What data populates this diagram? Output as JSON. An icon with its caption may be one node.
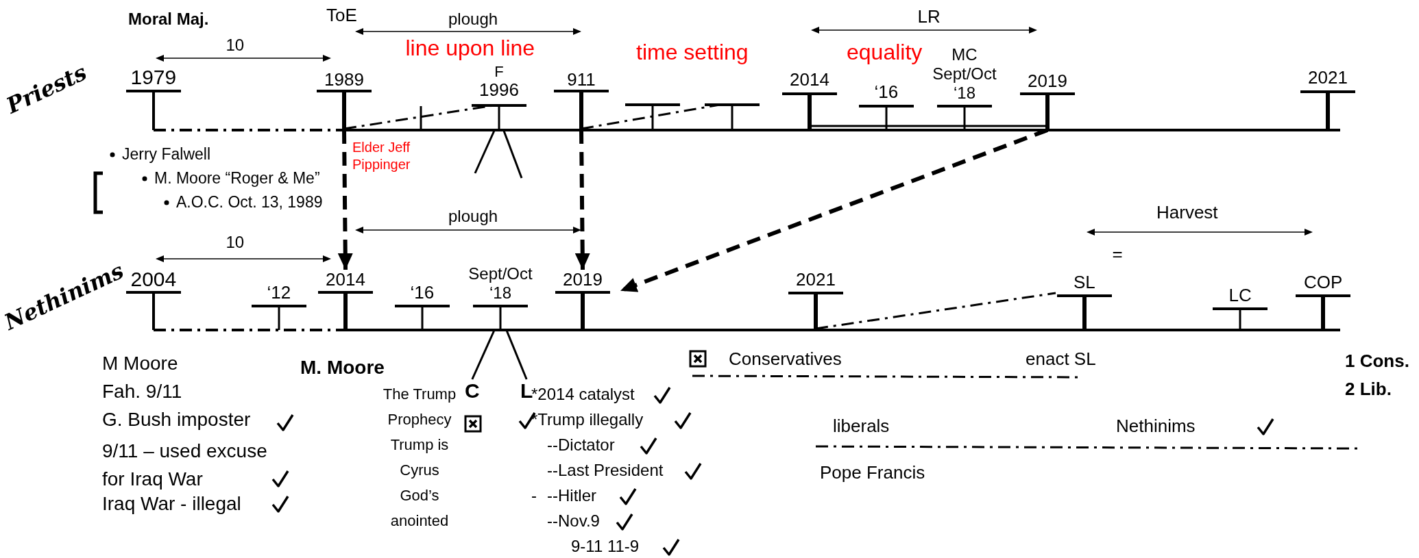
{
  "diagram": {
    "nodes": [
      {
        "text": [
          "1989"
        ]
      },
      {
        "text": [
          "911"
        ]
      },
      {
        "text": [
          "2019"
        ]
      },
      {
        "text": [
          "F",
          "1996"
        ]
      },
      {
        "text": [
          "2014"
        ]
      },
      {
        "text": [
          "2019"
        ]
      },
      {
        "text": [
          "Sept/Oct ‘18"
        ]
      },
      {
        "text": [
          "C"
        ]
      },
      {
        "text": [
          "L"
        ]
      }
    ],
    "edges": [
      {
        "from": 0,
        "to": 4,
        "arrow": "to",
        "style": "dashed"
      },
      {
        "from": 1,
        "to": 5,
        "arrow": "to",
        "style": "dashed"
      },
      {
        "from": 2,
        "to": 5,
        "arrow": "to",
        "style": "dashed"
      },
      {
        "from": 3,
        "to": null,
        "arrow": "none"
      },
      {
        "from": 3,
        "to": null,
        "arrow": "none"
      },
      {
        "from": 6,
        "to": 7,
        "arrow": "none"
      },
      {
        "from": 6,
        "to": 8,
        "arrow": "none"
      }
    ],
    "labels": [
      "Moral Maj.",
      "ToE",
      "plough",
      "LR",
      "10",
      "Priests",
      "line upon line",
      "time setting",
      "equality",
      "MC Sept/Oct ‘18",
      "1979",
      "2014",
      "‘16",
      "2021",
      "Jerry Falwell",
      "M. Moore “Roger & Me”",
      "A.O.C. Oct. 13, 1989",
      "Elder Jeff Pippinger",
      "plough",
      "Harvest",
      "10",
      "Nethinims",
      "=",
      "2004",
      "‘12",
      "‘16",
      "2021",
      "SL",
      "LC",
      "COP",
      "M Moore",
      "Fah. 9/11",
      "G. Bush imposter",
      "9/11 – used excuse for Iraq War",
      "Iraq War - illegal",
      "M. Moore",
      "The Trump Prophecy Trump is Cyrus God’s anointed",
      "*2014 catalyst",
      "*Trump illegally",
      "--Dictator",
      "--Last President",
      "-",
      "--Hitler",
      "--Nov.9",
      "9-11 11-9",
      "Conservatives",
      "enact SL",
      "1 Cons.",
      "2 Lib.",
      "liberals",
      "Nethinims",
      "Pope Francis"
    ]
  }
}
